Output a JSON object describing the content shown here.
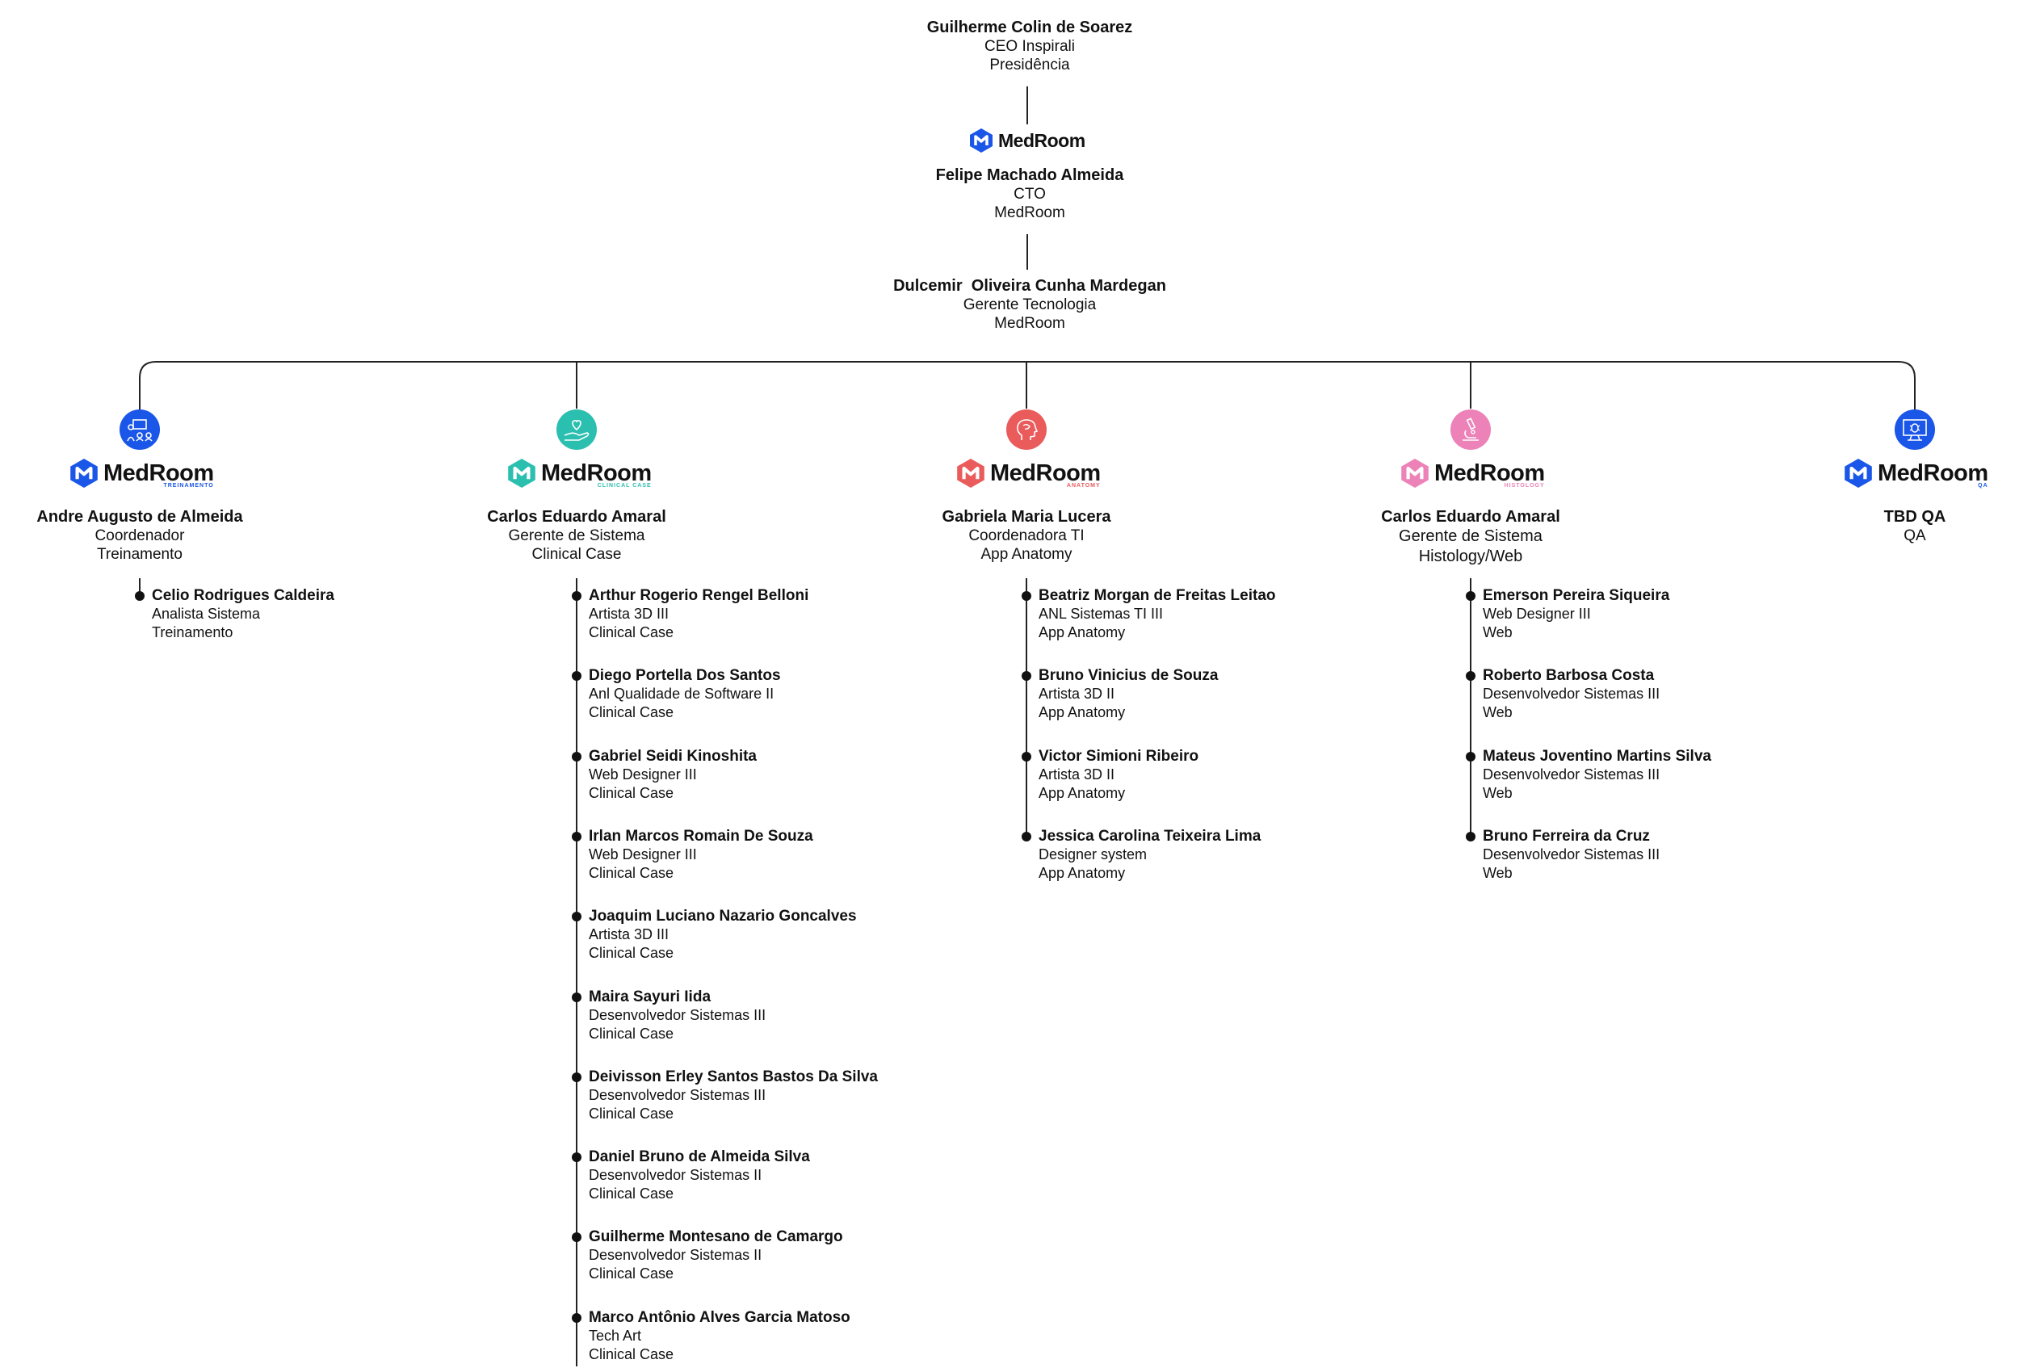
{
  "top": [
    {
      "name": "Guilherme Colin de Soarez",
      "role": "CEO Inspirali",
      "dept": "Presidência"
    },
    {
      "name": "Felipe Machado Almeida",
      "role": "CTO",
      "dept": "MedRoom"
    },
    {
      "name": "Dulcemir  Oliveira Cunha Mardegan",
      "role": "Gerente Tecnologia",
      "dept": "MedRoom"
    }
  ],
  "logo_text": "MedRoom",
  "columns": [
    {
      "color": "#1a56e8",
      "sub": "TREINAMENTO",
      "name": "Andre Augusto de Almeida",
      "role": "Coordenador",
      "dept": "Treinamento",
      "members": [
        {
          "name": "Celio Rodrigues Caldeira",
          "role": "Analista Sistema",
          "dept": "Treinamento"
        }
      ]
    },
    {
      "color": "#2bbfb0",
      "sub": "CLINICAL CASE",
      "name": "Carlos Eduardo Amaral",
      "role": "Gerente de Sistema",
      "dept": "Clinical Case",
      "members": [
        {
          "name": "Arthur Rogerio Rengel Belloni",
          "role": "Artista 3D III",
          "dept": "Clinical Case"
        },
        {
          "name": "Diego Portella Dos Santos",
          "role": "Anl Qualidade de Software II",
          "dept": "Clinical Case"
        },
        {
          "name": "Gabriel Seidi Kinoshita",
          "role": "Web Designer III",
          "dept": "Clinical Case"
        },
        {
          "name": "Irlan Marcos Romain De Souza",
          "role": "Web Designer III",
          "dept": "Clinical Case"
        },
        {
          "name": "Joaquim Luciano Nazario Goncalves",
          "role": "Artista 3D III",
          "dept": "Clinical Case"
        },
        {
          "name": "Maira Sayuri Iida",
          "role": "Desenvolvedor Sistemas III",
          "dept": "Clinical Case"
        },
        {
          "name": "Deivisson Erley Santos Bastos Da Silva",
          "role": "Desenvolvedor Sistemas III",
          "dept": "Clinical Case"
        },
        {
          "name": "Daniel Bruno de Almeida Silva",
          "role": "Desenvolvedor Sistemas II",
          "dept": "Clinical Case"
        },
        {
          "name": "Guilherme Montesano de Camargo",
          "role": "Desenvolvedor Sistemas II",
          "dept": "Clinical Case"
        },
        {
          "name": "Marco Antônio Alves Garcia Matoso",
          "role": "Tech Art",
          "dept": "Clinical Case"
        }
      ]
    },
    {
      "color": "#ea5b5b",
      "sub": "ANATOMY",
      "name": "Gabriela Maria Lucera",
      "role": "Coordenadora TI",
      "dept": "App Anatomy",
      "members": [
        {
          "name": "Beatriz Morgan de Freitas Leitao",
          "role": "ANL Sistemas TI III",
          "dept": "App Anatomy"
        },
        {
          "name": "Bruno Vinicius de Souza",
          "role": "Artista 3D II",
          "dept": "App Anatomy"
        },
        {
          "name": "Victor Simioni Ribeiro",
          "role": "Artista 3D II",
          "dept": "App Anatomy"
        },
        {
          "name": "Jessica Carolina Teixeira Lima",
          "role": "Designer system",
          "dept": "App Anatomy"
        }
      ]
    },
    {
      "color": "#ec82b8",
      "sub": "HISTOLOGY",
      "name": "Carlos Eduardo Amaral",
      "role": "Gerente de Sistema",
      "dept": "Histology/Web",
      "members": [
        {
          "name": "Emerson Pereira Siqueira",
          "role": "Web Designer III",
          "dept": "Web"
        },
        {
          "name": "Roberto Barbosa Costa",
          "role": "Desenvolvedor Sistemas III",
          "dept": "Web"
        },
        {
          "name": "Mateus Joventino Martins Silva",
          "role": "Desenvolvedor Sistemas III",
          "dept": "Web"
        },
        {
          "name": "Bruno Ferreira da Cruz",
          "role": "Desenvolvedor Sistemas III",
          "dept": "Web"
        }
      ]
    },
    {
      "color": "#1a56e8",
      "sub": "QA",
      "name": "TBD QA",
      "role": "QA",
      "dept": "",
      "members": []
    }
  ],
  "icons": [
    "training-icon",
    "heart-hand-icon",
    "head-icon",
    "microscope-icon",
    "monitor-bug-icon"
  ]
}
